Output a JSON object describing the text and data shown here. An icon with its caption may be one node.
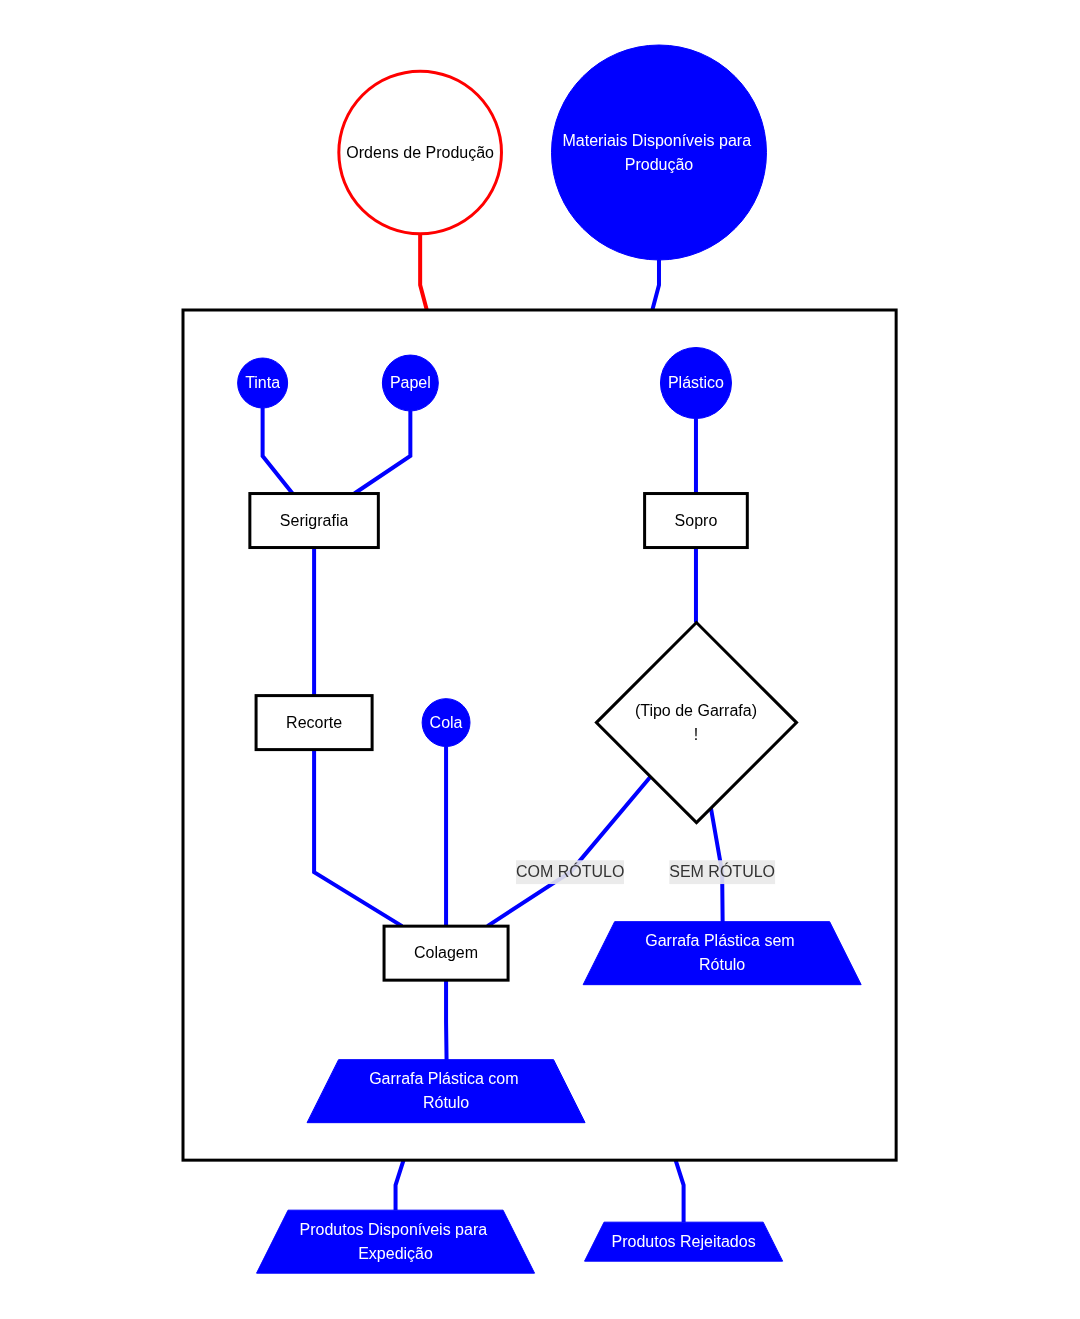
{
  "diagram": {
    "nodes": [
      {
        "text": [],
        "shape": "box"
      },
      {
        "text": [
          "Ordens de Produção"
        ]
      },
      {
        "text": [
          "Materiais Disponíveis para Produção"
        ]
      },
      {
        "text": [
          "Plástico"
        ],
        "in": 0
      },
      {
        "text": [
          "Papel"
        ],
        "in": 0
      },
      {
        "text": [
          "Tinta"
        ],
        "in": 0
      },
      {
        "text": [
          "Sopro"
        ],
        "in": 0
      },
      {
        "text": [
          "Cola"
        ],
        "in": 0
      },
      {
        "text": [
          "Serigrafia"
        ],
        "in": 0
      },
      {
        "text": [
          "Recorte"
        ],
        "in": 0
      },
      {
        "text": [
          "(Tipo de Garrafa)",
          "!"
        ],
        "in": 0
      },
      {
        "text": [
          "Colagem"
        ],
        "in": 0
      },
      {
        "text": [
          "Garrafa Plástica sem Rótulo"
        ],
        "in": 0
      },
      {
        "text": [
          "Garrafa Plástica com Rótulo"
        ],
        "in": 0
      },
      {
        "text": [
          "Produtos Disponíveis para Expedição"
        ]
      },
      {
        "text": [
          "Produtos Rejeitados"
        ]
      }
    ],
    "edges": [
      {
        "from": 1,
        "to": 0,
        "arrow": "none",
        "color": "#ff0000"
      },
      {
        "from": 2,
        "to": 0,
        "arrow": "none"
      },
      {
        "from": 3,
        "to": 6,
        "arrow": "none"
      },
      {
        "from": 6,
        "to": 10,
        "arrow": "none"
      },
      {
        "from": 10,
        "to": 11,
        "arrow": "none",
        "label": "COM RÓTULO"
      },
      {
        "from": 10,
        "to": 12,
        "arrow": "none",
        "label": "SEM RÓTULO"
      },
      {
        "from": 7,
        "to": 11,
        "arrow": "none"
      },
      {
        "from": 4,
        "to": 8,
        "arrow": "none"
      },
      {
        "from": 5,
        "to": 8,
        "arrow": "none"
      },
      {
        "from": 8,
        "to": 9,
        "arrow": "none"
      },
      {
        "from": 9,
        "to": 11,
        "arrow": "none"
      },
      {
        "from": 11,
        "to": 13,
        "arrow": "none"
      },
      {
        "from": 0,
        "to": 14,
        "arrow": "none"
      },
      {
        "from": 0,
        "to": 15,
        "arrow": "none"
      }
    ]
  }
}
